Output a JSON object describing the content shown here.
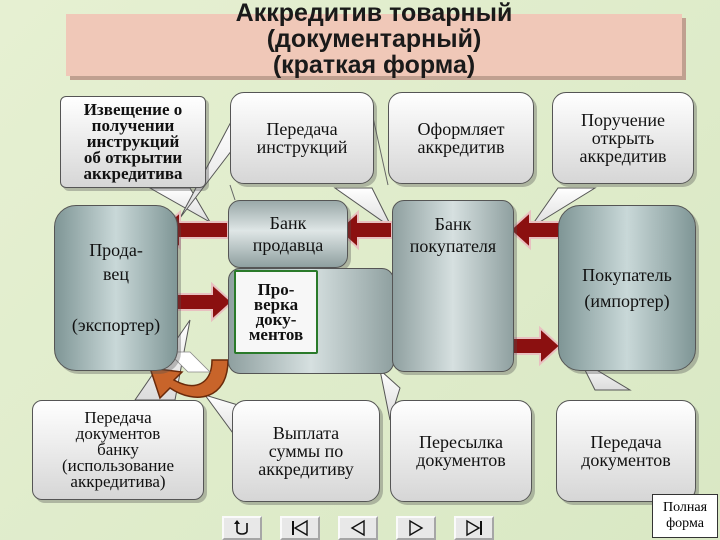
{
  "title": {
    "line1": "Аккредитив товарный",
    "line2": "(документарный)",
    "line3": "(краткая форма)"
  },
  "bubbles": {
    "notice": [
      "Извещение о",
      "получении",
      "инструкций",
      "об открытии",
      "аккредитива"
    ],
    "transfer_instructions": [
      "Передача",
      "инструкций"
    ],
    "issues_credit": [
      "Оформляет",
      "аккредитив"
    ],
    "order_open": [
      "Поручение",
      "открыть",
      "аккредитив"
    ],
    "docs_to_bank": [
      "Передача",
      "документов",
      "банку",
      "(использование",
      "аккредитива)"
    ],
    "payment": [
      "Выплата",
      "суммы по",
      "аккредитиву"
    ],
    "forward_docs": [
      "Пересылка",
      "документов"
    ],
    "transfer_docs": [
      "Передача",
      "документов"
    ]
  },
  "parties": {
    "seller_line1": "Прода-",
    "seller_line2": "вец",
    "seller_role": "(экспортер)",
    "buyer_line1": "Покупатель",
    "buyer_role": "(импортер)"
  },
  "banks": {
    "seller_bank": [
      "Банк",
      "продавца"
    ],
    "buyer_bank": [
      "Банк",
      "покупателя"
    ]
  },
  "check_docs": [
    "Про-",
    "верка",
    "доку-",
    "ментов"
  ],
  "full_form_link": [
    "Полная",
    "форма"
  ],
  "nav": {
    "return_icon": "return-icon",
    "first_icon": "first-slide-icon",
    "prev_icon": "prev-slide-icon",
    "next_icon": "next-slide-icon",
    "last_icon": "last-slide-icon"
  },
  "colors": {
    "arrow_fill": "#8b1010",
    "arrow_edge": "#e8c0c0",
    "curve_arrow": "#c8642a",
    "title_plate": "#f0c8b8"
  }
}
